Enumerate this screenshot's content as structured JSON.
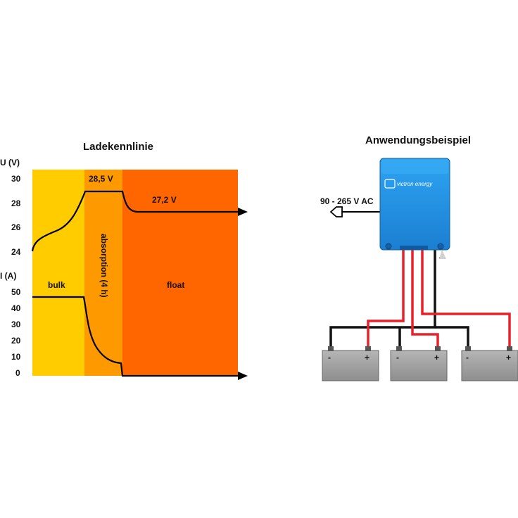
{
  "left_panel": {
    "title": "Ladekennlinie",
    "voltage_axis": {
      "label": "U (V)",
      "ticks": [
        "30",
        "28",
        "26",
        "24"
      ]
    },
    "current_axis": {
      "label": "I (A)",
      "ticks": [
        "50",
        "40",
        "30",
        "20",
        "10",
        "0"
      ]
    },
    "phases": {
      "bulk": "bulk",
      "absorption": "absorption (4 h)",
      "float": "float"
    },
    "annotations": {
      "absorption_voltage": "28,5 V",
      "float_voltage": "27,2 V"
    },
    "colors": {
      "bulk": "#FFCC00",
      "absorption": "#FF9900",
      "float": "#FF6600",
      "curve": "#000000"
    }
  },
  "right_panel": {
    "title": "Anwendungsbeispiel",
    "ac_input_label": "90 - 265 V AC",
    "charger": {
      "brand": "victron energy",
      "color": "#1E90E6"
    },
    "batteries": [
      {
        "minus": "-",
        "plus": "+"
      },
      {
        "minus": "-",
        "plus": "+"
      },
      {
        "minus": "-",
        "plus": "+"
      }
    ],
    "wire_colors": {
      "positive": "#E8202A",
      "negative": "#111111"
    }
  }
}
